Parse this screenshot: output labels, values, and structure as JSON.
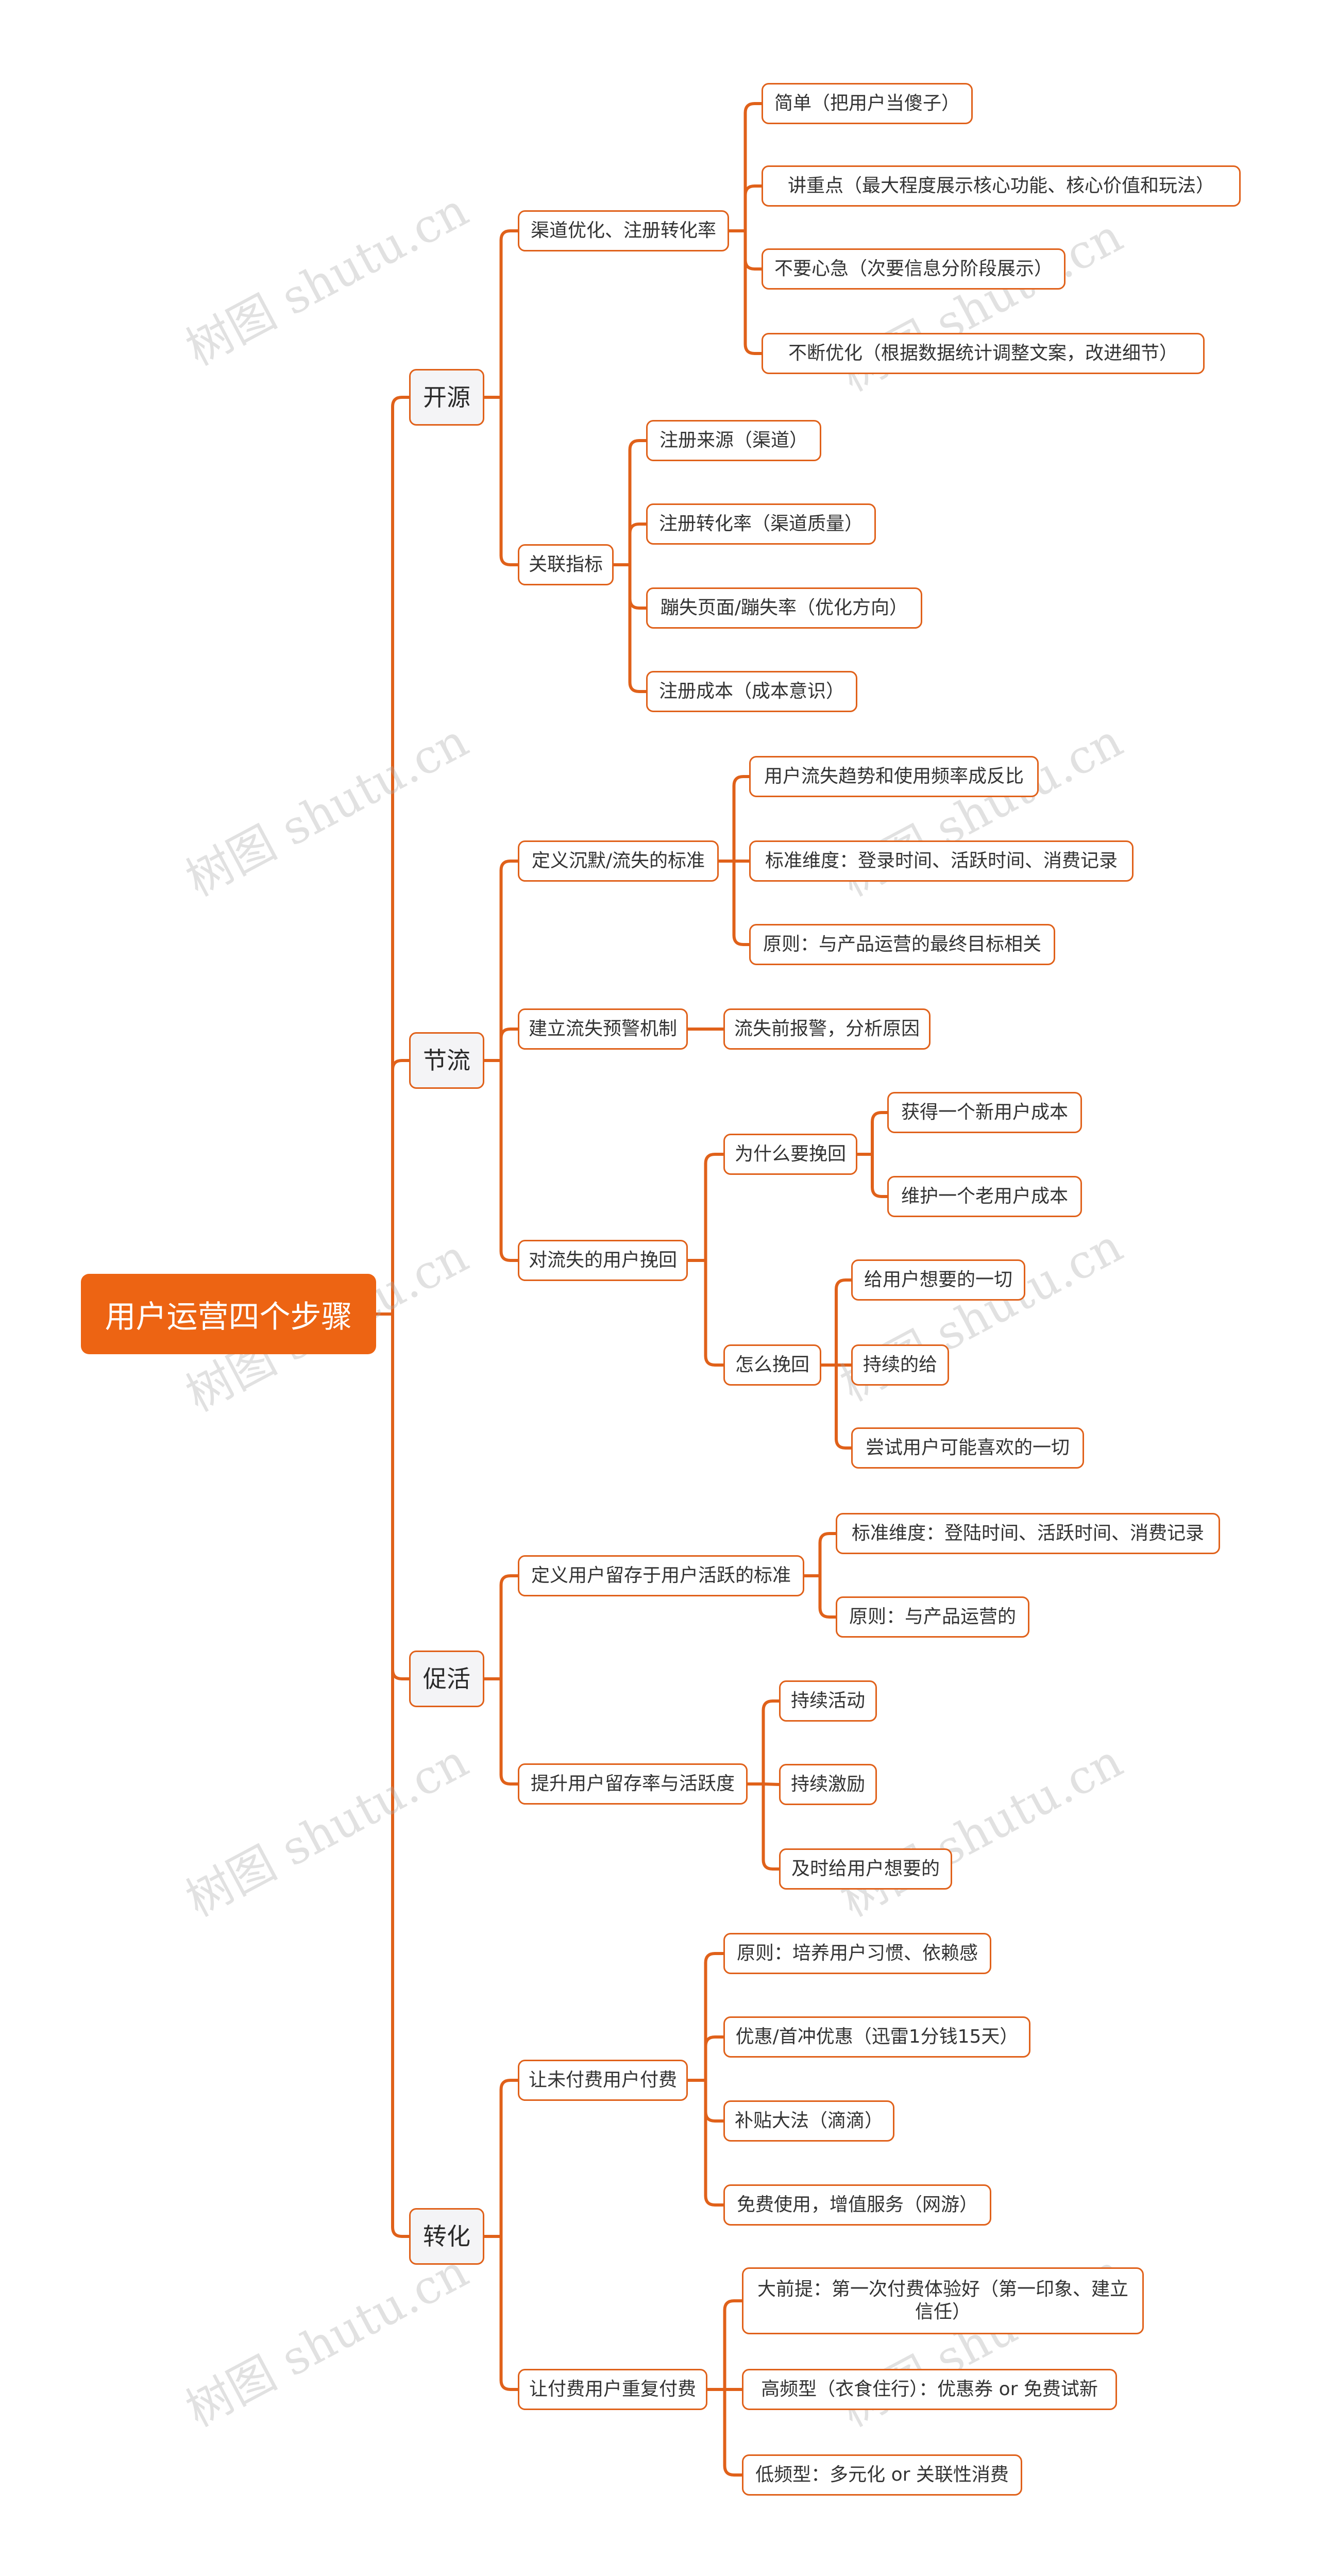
{
  "root": "用户运营四个步骤",
  "watermark": "树图 shutu.cn",
  "colors": {
    "accent": "#ed6413",
    "line": "#e0611a"
  },
  "branches": [
    {
      "label": "开源",
      "children": [
        {
          "label": "渠道优化、注册转化率",
          "children": [
            {
              "label": "简单（把用户当傻子）"
            },
            {
              "label": "讲重点（最大程度展示核心功能、核心价值和玩法）"
            },
            {
              "label": "不要心急（次要信息分阶段展示）"
            },
            {
              "label": "不断优化（根据数据统计调整文案，改进细节）"
            }
          ]
        },
        {
          "label": "关联指标",
          "children": [
            {
              "label": "注册来源（渠道）"
            },
            {
              "label": "注册转化率（渠道质量）"
            },
            {
              "label": "蹦失页面/蹦失率（优化方向）"
            },
            {
              "label": "注册成本（成本意识）"
            }
          ]
        }
      ]
    },
    {
      "label": "节流",
      "children": [
        {
          "label": "定义沉默/流失的标准",
          "children": [
            {
              "label": "用户流失趋势和使用频率成反比"
            },
            {
              "label": "标准维度：登录时间、活跃时间、消费记录"
            },
            {
              "label": "原则：与产品运营的最终目标相关"
            }
          ]
        },
        {
          "label": "建立流失预警机制",
          "children": [
            {
              "label": "流失前报警，分析原因"
            }
          ]
        },
        {
          "label": "对流失的用户挽回",
          "children": [
            {
              "label": "为什么要挽回",
              "children": [
                {
                  "label": "获得一个新用户成本"
                },
                {
                  "label": "维护一个老用户成本"
                }
              ]
            },
            {
              "label": "怎么挽回",
              "children": [
                {
                  "label": "给用户想要的一切"
                },
                {
                  "label": "持续的给"
                },
                {
                  "label": "尝试用户可能喜欢的一切"
                }
              ]
            }
          ]
        }
      ]
    },
    {
      "label": "促活",
      "children": [
        {
          "label": "定义用户留存于用户活跃的标准",
          "children": [
            {
              "label": "标准维度：登陆时间、活跃时间、消费记录"
            },
            {
              "label": "原则：与产品运营的"
            }
          ]
        },
        {
          "label": "提升用户留存率与活跃度",
          "children": [
            {
              "label": "持续活动"
            },
            {
              "label": "持续激励"
            },
            {
              "label": "及时给用户想要的"
            }
          ]
        }
      ]
    },
    {
      "label": "转化",
      "children": [
        {
          "label": "让未付费用户付费",
          "children": [
            {
              "label": "原则：培养用户习惯、依赖感"
            },
            {
              "label": "优惠/首冲优惠（迅雷1分钱15天）"
            },
            {
              "label": "补贴大法（滴滴）"
            },
            {
              "label": "免费使用，增值服务（网游）"
            }
          ]
        },
        {
          "label": "让付费用户重复付费",
          "children": [
            {
              "label": "大前提：第一次付费体验好（第一印象、建立信任）"
            },
            {
              "label": "高频型（衣食住行）：优惠券 or 免费试新"
            },
            {
              "label": "低频型：多元化 or 关联性消费"
            }
          ]
        }
      ]
    }
  ]
}
